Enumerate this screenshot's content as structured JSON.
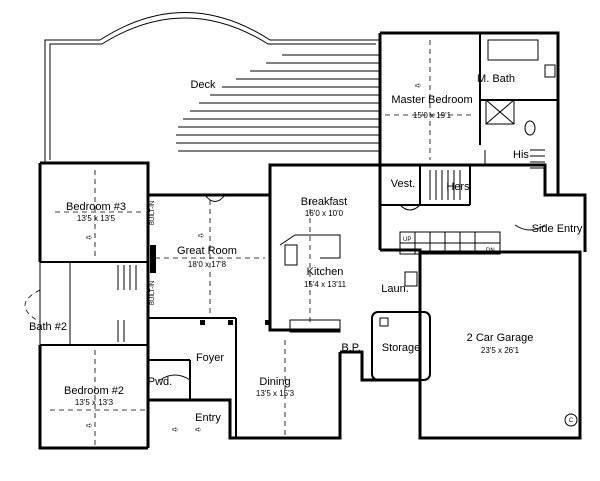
{
  "rooms": {
    "deck": {
      "name": "Deck"
    },
    "master_bedroom": {
      "name": "Master Bedroom",
      "dims": "15'0 x 19'1"
    },
    "m_bath": {
      "name": "M. Bath"
    },
    "his": {
      "name": "His"
    },
    "hers": {
      "name": "Hers"
    },
    "vest": {
      "name": "Vest."
    },
    "side_entry": {
      "name": "Side Entry"
    },
    "bedroom3": {
      "name": "Bedroom #3",
      "dims": "13'5 x 13'5"
    },
    "great_room": {
      "name": "Great Room",
      "dims": "18'0 x 17'8"
    },
    "breakfast": {
      "name": "Breakfast",
      "dims": "16'0 x 10'0"
    },
    "kitchen": {
      "name": "Kitchen",
      "dims": "15'4 x 13'11"
    },
    "laun": {
      "name": "Laun."
    },
    "bath2": {
      "name": "Bath #2"
    },
    "storage": {
      "name": "Storage"
    },
    "garage": {
      "name": "2 Car Garage",
      "dims": "23'5 x 26'1"
    },
    "bp": {
      "name": "B.P."
    },
    "foyer": {
      "name": "Foyer"
    },
    "pwd": {
      "name": "Pwd."
    },
    "bedroom2": {
      "name": "Bedroom #2",
      "dims": "13'5 x 13'3"
    },
    "dining": {
      "name": "Dining",
      "dims": "13'5 x 15'3"
    },
    "entry": {
      "name": "Entry"
    }
  },
  "labels": {
    "built_in_top": "BUILT-IN",
    "built_in_bottom": "BUILT-IN",
    "stair_up": "UP",
    "stair_dn": "DN",
    "copyright": "C"
  }
}
